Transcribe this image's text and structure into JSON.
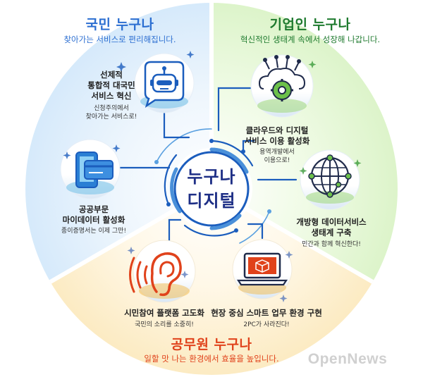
{
  "center": {
    "line1": "누구나",
    "line2": "디지털"
  },
  "sectors": {
    "citizens": {
      "title": "국민 누구나",
      "subtitle": "찾아가는 서비스로 편리해집니다.",
      "color": "#2b6ed1",
      "items": [
        {
          "icon": "robot-chat-icon",
          "title_lines": [
            "선제적",
            "통합적 대국민",
            "서비스 혁신"
          ],
          "note_lines": [
            "신청주의에서",
            "찾아가는 서비스로!"
          ]
        },
        {
          "icon": "id-card-phone-icon",
          "title_lines": [
            "공공부문",
            "마이데이터 활성화"
          ],
          "note_lines": [
            "종이증명서는 이제 그만!"
          ]
        }
      ]
    },
    "business": {
      "title": "기업인 누구나",
      "subtitle": "혁신적인 생태계 속에서 성장해 나갑니다.",
      "color": "#1e7a2e",
      "items": [
        {
          "icon": "cloud-gear-icon",
          "title_lines": [
            "클라우드와 디지털",
            "서비스 이용 활성화"
          ],
          "note_lines": [
            "용역개발에서",
            "이용으로!"
          ]
        },
        {
          "icon": "globe-network-icon",
          "title_lines": [
            "개방형 데이터서비스",
            "생태계 구축"
          ],
          "note_lines": [
            "민간과 함께 혁신한다!"
          ]
        }
      ]
    },
    "officials": {
      "title": "공무원 누구나",
      "subtitle": "일할 맛 나는 환경에서 효율을 높입니다.",
      "color": "#e0421b",
      "items": [
        {
          "icon": "ear-sound-icon",
          "title_lines": [
            "시민참여 플랫폼 고도화"
          ],
          "note_lines": [
            "국민의 소리를 소중히!"
          ]
        },
        {
          "icon": "laptop-box-icon",
          "title_lines": [
            "현장 중심 스마트 업무 환경 구현"
          ],
          "note_lines": [
            "2PC가 사라진다!"
          ]
        }
      ]
    }
  },
  "watermark": "OpenNews"
}
